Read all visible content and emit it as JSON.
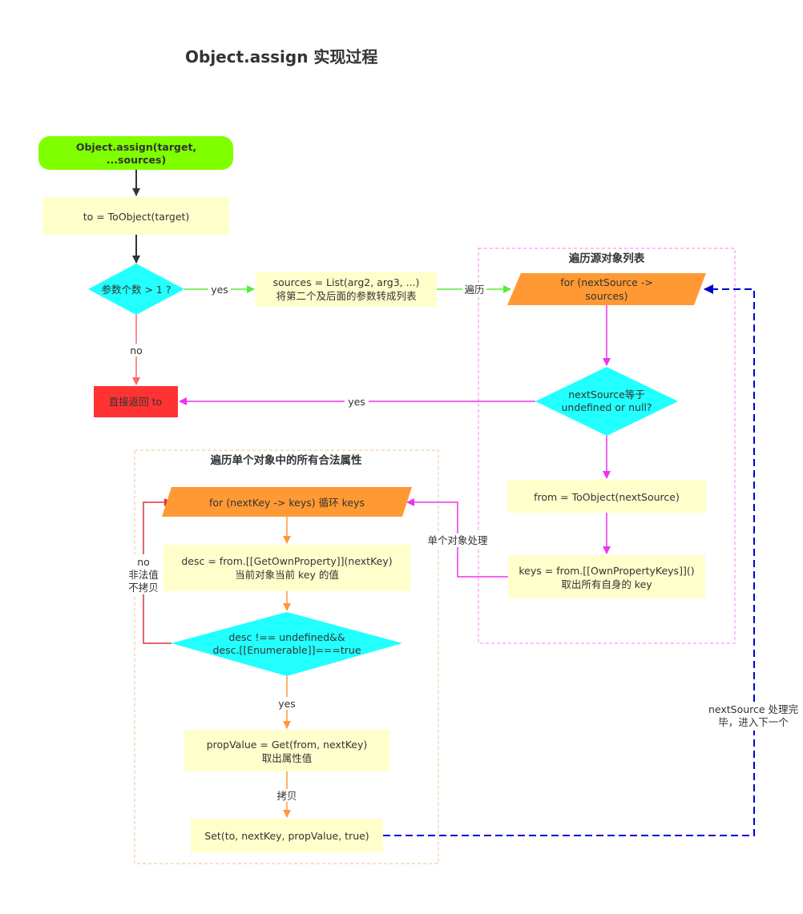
{
  "title": "Object.assign 实现过程",
  "colors": {
    "start": "#7fff00",
    "process": "#ffffcc",
    "decision": "#22ffff",
    "loop": "#ff9933",
    "return": "#ff3333",
    "arrow_dark": "#333333",
    "arrow_green": "#55ee33",
    "arrow_red": "#ff6666",
    "arrow_magenta": "#ee33ee",
    "arrow_orange": "#ff9933",
    "arrow_loopback": "#dd3333",
    "arrow_blue": "#0000cc",
    "group_outer_border": "#ee88ee",
    "group_inner_border": "#f0c090"
  },
  "groups": {
    "sources_loop": {
      "title": "遍历源对象列表"
    },
    "keys_loop": {
      "title": "遍历单个对象中的所有合法属性"
    }
  },
  "nodes": {
    "start": {
      "lines": [
        "Object.assign(target,",
        "...sources)"
      ]
    },
    "to_object": {
      "lines": [
        "to = ToObject(target)"
      ]
    },
    "args_check": {
      "lines": [
        "参数个数 > 1 ?"
      ]
    },
    "sources_list": {
      "lines": [
        "sources = List(arg2, arg3, ...)",
        "将第二个及后面的参数转成列表"
      ]
    },
    "return_to": {
      "lines": [
        "直接返回 to"
      ]
    },
    "for_source": {
      "lines": [
        "for (nextSource ->",
        "sources)"
      ]
    },
    "null_check": {
      "lines": [
        "nextSource等于",
        "undefined or null?"
      ]
    },
    "from_object": {
      "lines": [
        "from = ToObject(nextSource)"
      ]
    },
    "own_keys": {
      "lines": [
        "keys = from.[[OwnPropertyKeys]]()",
        "取出所有自身的 key"
      ]
    },
    "for_key": {
      "lines": [
        "for (nextKey -> keys) 循环 keys"
      ]
    },
    "get_desc": {
      "lines": [
        "desc = from.[[GetOwnProperty]](nextKey)",
        "当前对象当前 key 的值"
      ]
    },
    "enum_check": {
      "lines": [
        "desc !== undefined&&",
        "desc.[[Enumerable]]===true"
      ]
    },
    "get_value": {
      "lines": [
        "propValue = Get(from, nextKey)",
        "取出属性值"
      ]
    },
    "set_value": {
      "lines": [
        "Set(to, nextKey, propValue, true)"
      ]
    }
  },
  "edge_labels": {
    "yes_args": "yes",
    "no_args": "no",
    "traverse": "遍历",
    "yes_null": "yes",
    "single_object": "单个对象处理",
    "no_enum": [
      "no",
      "非法值",
      "不拷贝"
    ],
    "yes_enum": "yes",
    "copy": "拷贝",
    "next_source": [
      "nextSource 处理完",
      "毕，进入下一个"
    ]
  }
}
